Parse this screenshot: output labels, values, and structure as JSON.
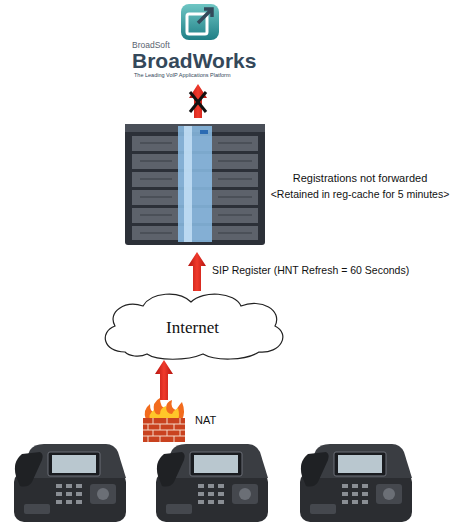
{
  "diagram": {
    "nodes": [
      {
        "text": [
          "BroadSoft",
          "BroadWorks",
          "The Leading VoIP Applications Platform"
        ]
      },
      {
        "text": [
          "Internet"
        ]
      },
      {
        "text": [
          "NAT"
        ]
      }
    ],
    "edges": [
      {
        "from": 2,
        "to": 1,
        "arrow": "to"
      }
    ],
    "labels": [
      "Registrations not forwarded",
      "<Retained in reg-cache for 5 minutes>",
      "SIP Register (HNT Refresh = 60 Seconds)"
    ]
  }
}
